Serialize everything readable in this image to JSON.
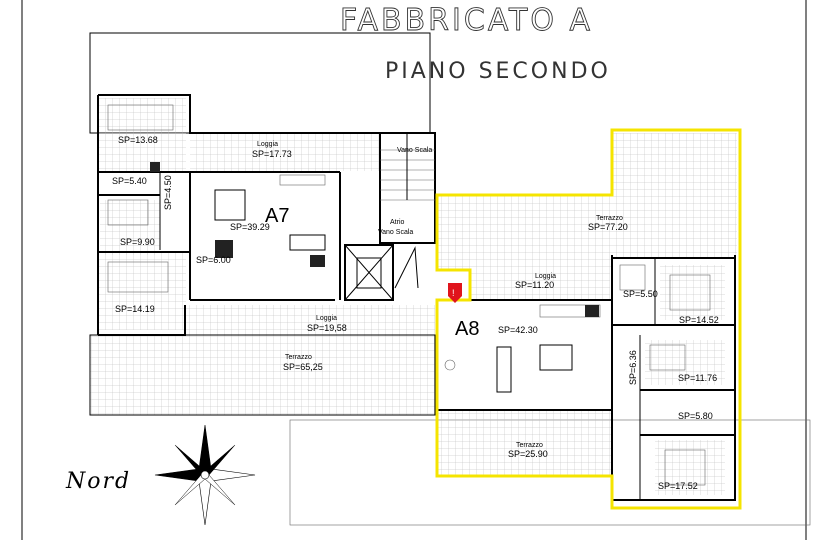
{
  "header": {
    "title": "FABBRICATO A",
    "subtitle": "PIANO SECONDO"
  },
  "units": {
    "a7": "A7",
    "a8": "A8"
  },
  "rooms": {
    "a7_bed_top_name": "",
    "a7_bed_top": "SP=13.68",
    "a7_bath_top": "SP=5.40",
    "a7_hall_width": "SP=4.50",
    "a7_bed_mid": "SP=9.90",
    "a7_bath_mid": "SP=6.00",
    "a7_bed_bottom": "SP=14.19",
    "a7_living": "SP=39.29",
    "a7_loggia_top_name": "Loggia",
    "a7_loggia_top": "SP=17.73",
    "a7_loggia_bottom_name": "Loggia",
    "a7_loggia_bottom": "SP=19,58",
    "a7_terrace_name": "Terrazzo",
    "a7_terrace": "SP=65,25",
    "stair_name": "Vano Scala",
    "atrio_name": "Atrio",
    "atrio_sub": "Vano Scala",
    "a8_terrace_top_name": "Terrazzo",
    "a8_terrace_top": "SP=77.20",
    "a8_loggia_name": "Loggia",
    "a8_loggia": "SP=11.20",
    "a8_living": "SP=42.30",
    "a8_bath_top": "SP=5.50",
    "a8_bed_top": "SP=14.52",
    "a8_hall": "SP=6.36",
    "a8_bed_mid": "SP=11.76",
    "a8_bath_mid": "SP=5.80",
    "a8_terrace_bottom_name": "Terrazzo",
    "a8_terrace_bottom": "SP=25.90",
    "a8_bed_bottom": "SP=17.52"
  },
  "compass": {
    "label": "Nord"
  },
  "colors": {
    "highlight": "#f5e400",
    "marker": "#e0141c",
    "hatch": "#9a9a9a"
  }
}
